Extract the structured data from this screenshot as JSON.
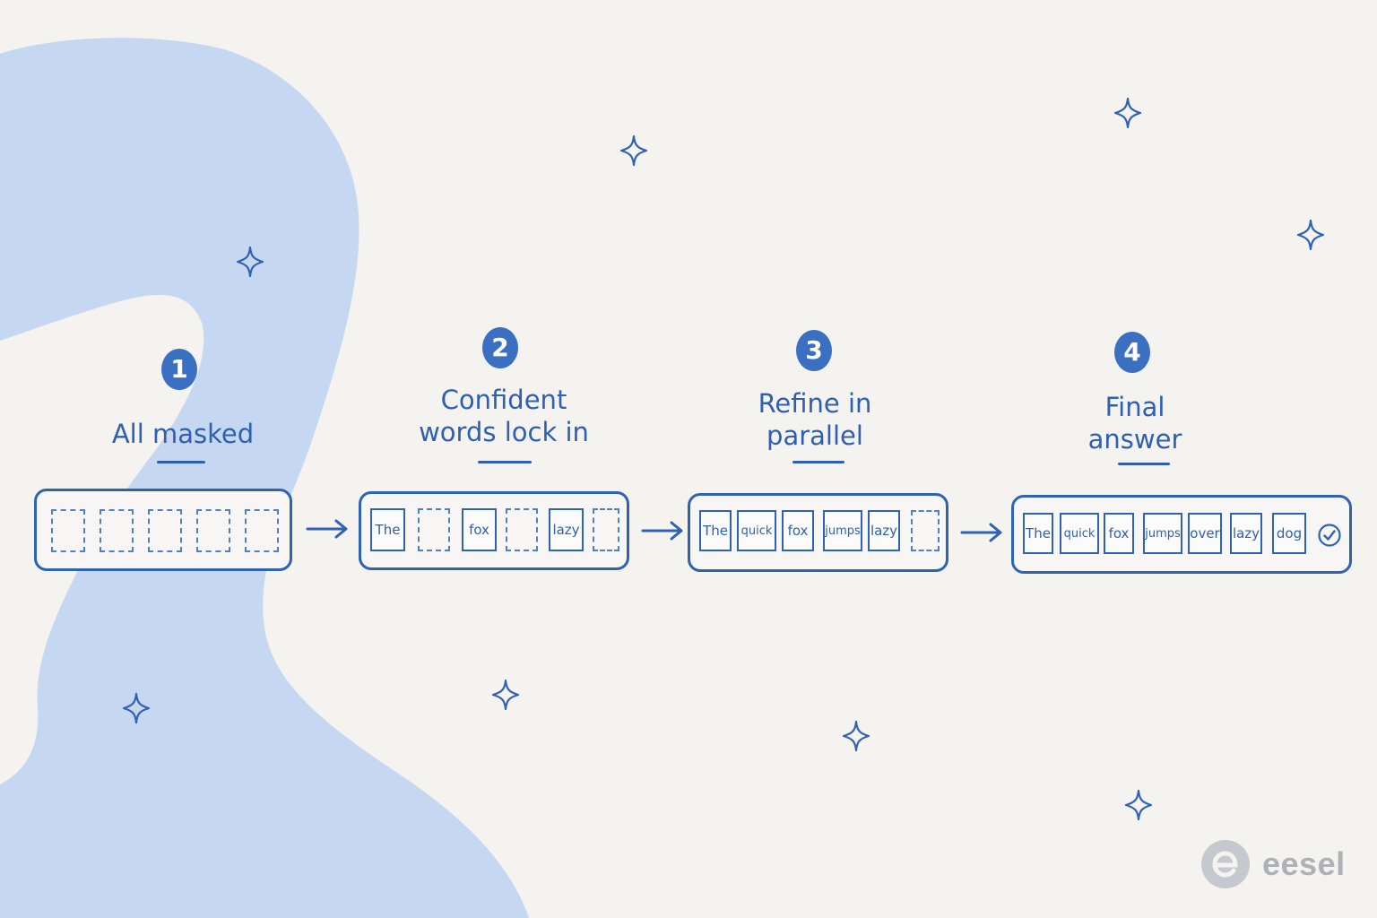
{
  "colors": {
    "background": "#f5f3ef",
    "blob": "#c6d7f1",
    "accent": "#2f62b3",
    "brand_gray": "#aeb2b8"
  },
  "steps": [
    {
      "number": "1",
      "title_lines": [
        "All masked"
      ],
      "tokens": [
        {
          "text": "",
          "masked": true
        },
        {
          "text": "",
          "masked": true
        },
        {
          "text": "",
          "masked": true
        },
        {
          "text": "",
          "masked": true
        },
        {
          "text": "",
          "masked": true
        }
      ]
    },
    {
      "number": "2",
      "title_lines": [
        "Confident",
        "words lock in"
      ],
      "tokens": [
        {
          "text": "The",
          "masked": false
        },
        {
          "text": "",
          "masked": true
        },
        {
          "text": "fox",
          "masked": false
        },
        {
          "text": "",
          "masked": true
        },
        {
          "text": "lazy",
          "masked": false
        },
        {
          "text": "",
          "masked": true
        }
      ]
    },
    {
      "number": "3",
      "title_lines": [
        "Refine in",
        "parallel"
      ],
      "tokens": [
        {
          "text": "The",
          "masked": false
        },
        {
          "text": "quick",
          "masked": false
        },
        {
          "text": "fox",
          "masked": false
        },
        {
          "text": "jumps",
          "masked": false
        },
        {
          "text": "lazy",
          "masked": false
        },
        {
          "text": "",
          "masked": true
        }
      ]
    },
    {
      "number": "4",
      "title_lines": [
        "Final",
        "answer"
      ],
      "tokens": [
        {
          "text": "The",
          "masked": false
        },
        {
          "text": "quick",
          "masked": false
        },
        {
          "text": "fox",
          "masked": false
        },
        {
          "text": "jumps",
          "masked": false
        },
        {
          "text": "over",
          "masked": false
        },
        {
          "text": "lazy",
          "masked": false
        },
        {
          "text": "dog",
          "masked": false
        }
      ],
      "final_icon": "check-circle-icon"
    }
  ],
  "arrow_icon": "right-arrow-icon",
  "decoration_icon": "sparkle-icon",
  "brand": {
    "name": "eesel",
    "icon": "eesel-logo-icon"
  }
}
